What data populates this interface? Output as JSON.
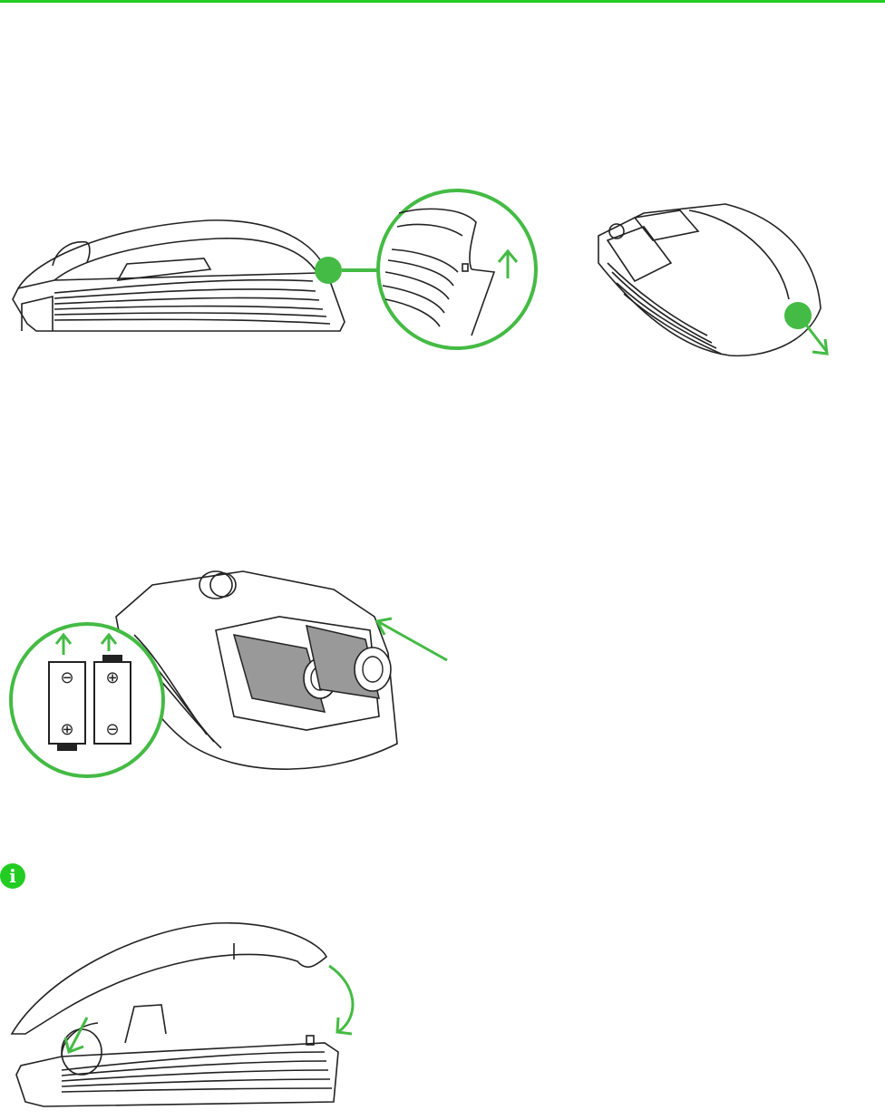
{
  "colors": {
    "accent_green": "#44bb44",
    "top_rule_green": "#22cc22",
    "line": "#222222",
    "battery_fill": "#999999"
  },
  "figures": [
    {
      "name": "mouse-side-release-lid",
      "icons": [
        "arrow-up-icon",
        "zoom-circle-icon"
      ]
    },
    {
      "name": "mouse-top-pull-lid",
      "icons": [
        "arrow-down-right-icon"
      ]
    },
    {
      "name": "battery-compartment",
      "icons": [
        "arrow-up-icon",
        "arrow-up-icon",
        "arrow-pointer-icon"
      ]
    },
    {
      "name": "mouse-close-lid",
      "icons": [
        "curved-arrow-icon",
        "arrow-down-left-icon"
      ]
    }
  ],
  "battery_labels": {
    "left_top": "⊖",
    "left_bottom": "⊕",
    "right_top": "⊕",
    "right_bottom": "⊖"
  },
  "info": {
    "glyph": "i",
    "icon": "info-icon"
  }
}
